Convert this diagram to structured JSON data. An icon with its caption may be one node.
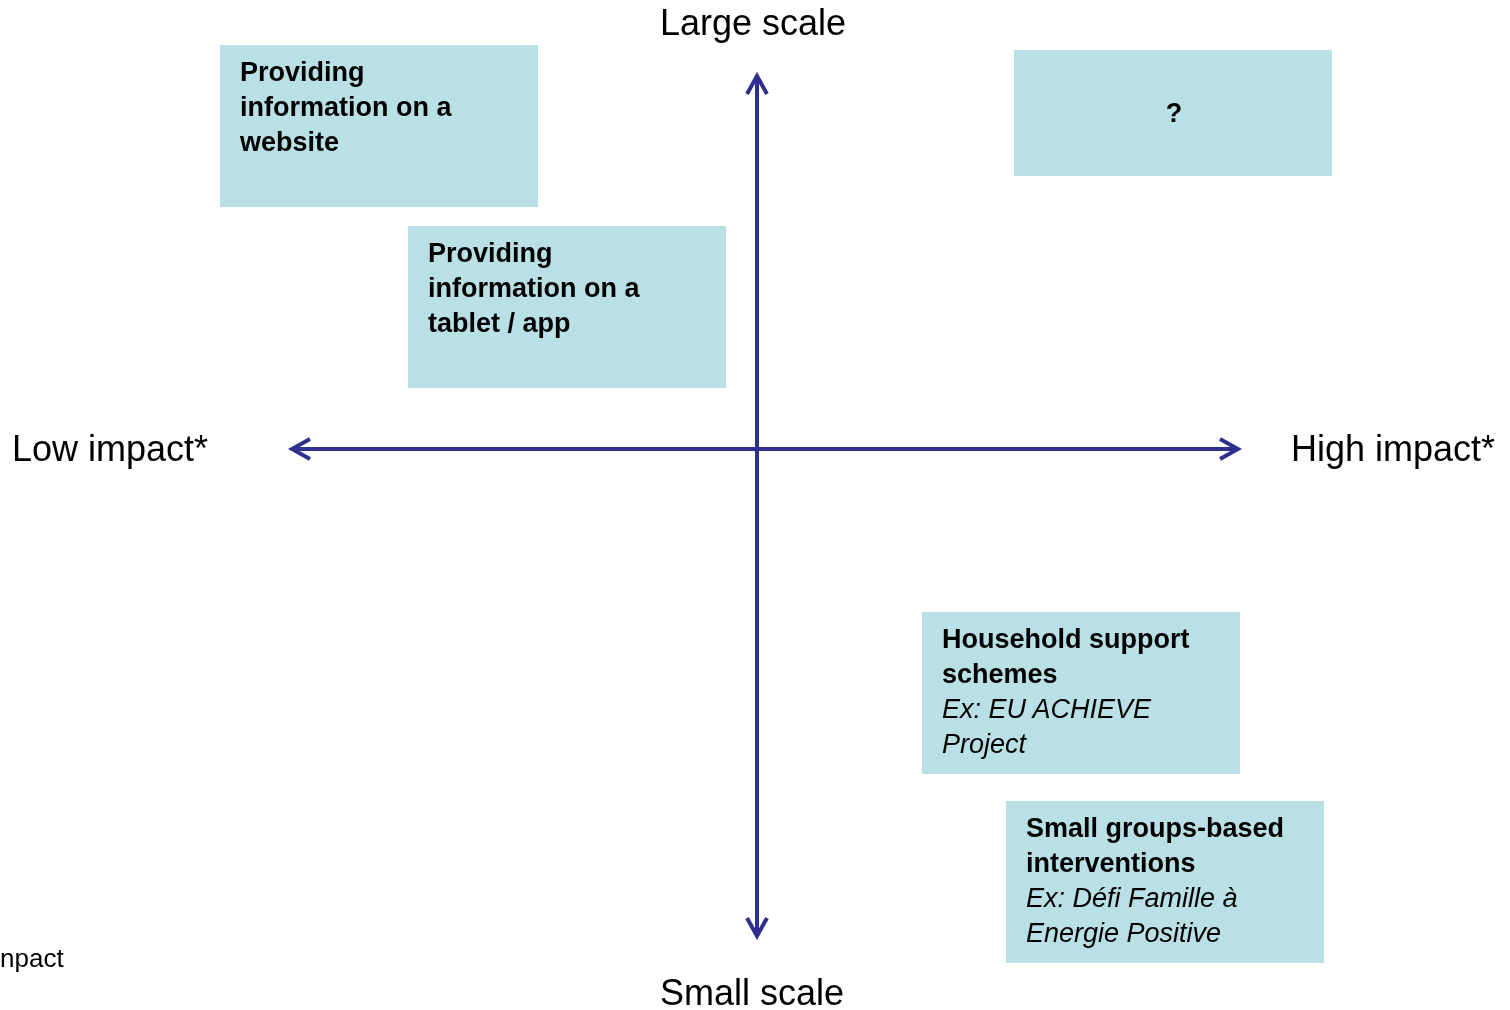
{
  "diagram": {
    "nodes": [
      {
        "text": [
          "Providing information on a website"
        ]
      },
      {
        "text": [
          "?"
        ]
      },
      {
        "text": [
          "Providing information on a tablet / app"
        ]
      },
      {
        "text": [
          "Household support schemes",
          "Ex: EU ACHIEVE Project"
        ]
      },
      {
        "text": [
          "Small groups-based interventions",
          "Ex: Défi Famille à Energie Positive"
        ]
      }
    ],
    "edges": [],
    "labels": [
      "Large scale",
      "Low impact*",
      "High impact*",
      "npact",
      "Small scale"
    ]
  }
}
